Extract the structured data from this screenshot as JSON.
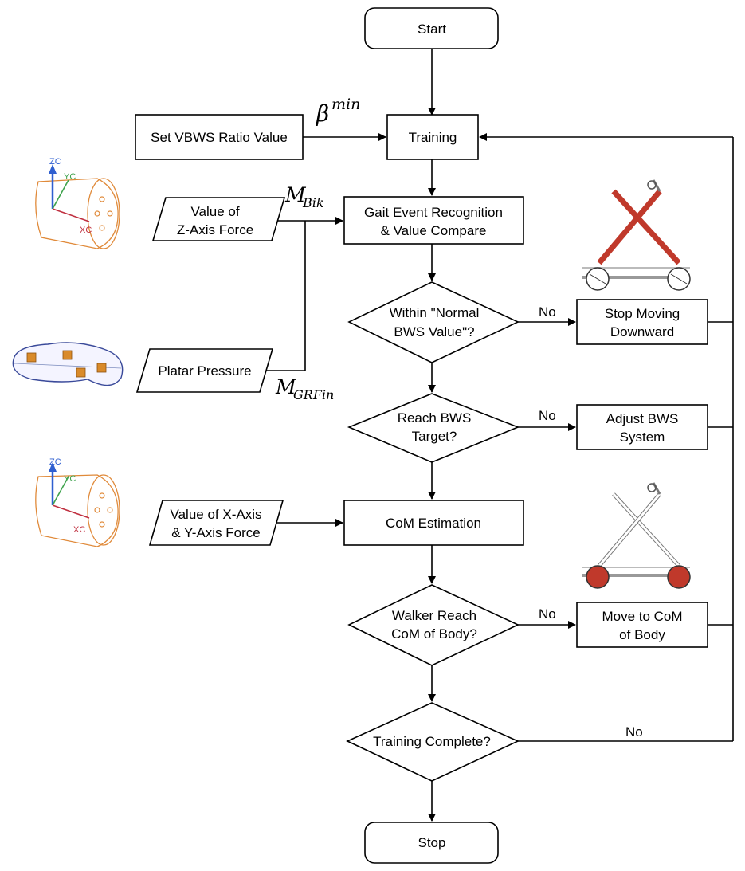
{
  "flowchart": {
    "start": "Start",
    "training": "Training",
    "gait_event": [
      "Gait Event Recognition",
      "& Value Compare"
    ],
    "within_normal": [
      "Within \"Normal",
      "BWS Value\"?"
    ],
    "reach_bws": [
      "Reach BWS",
      "Target?"
    ],
    "com_estimation": "CoM Estimation",
    "walker_reach": [
      "Walker Reach",
      "CoM of Body?"
    ],
    "training_complete": "Training Complete?",
    "stop": "Stop",
    "stop_moving": [
      "Stop Moving",
      "Downward"
    ],
    "adjust_bws": [
      "Adjust BWS",
      "System"
    ],
    "move_to_com": [
      "Move to CoM",
      "of Body"
    ]
  },
  "inputs": {
    "set_vbws": "Set VBWS Ratio Value",
    "z_axis": [
      "Value of",
      "Z-Axis Force"
    ],
    "plantar": "Platar Pressure",
    "xy_axis": [
      "Value of X-Axis",
      "& Y-Axis Force"
    ]
  },
  "symbols": {
    "beta": "β",
    "beta_sup": "min",
    "m_bik": "M",
    "m_bik_sub": "Bik",
    "m_grf": "M",
    "m_grf_sub": "GRFin"
  },
  "edge_labels": {
    "no_1": "No",
    "no_2": "No",
    "no_3": "No",
    "no_4": "No"
  },
  "axis_labels": {
    "zc": "ZC",
    "yc": "YC",
    "xc": "XC"
  },
  "colors": {
    "walker_red": "#c0392b",
    "sensor_orange": "#e08a3a",
    "axis_blue": "#2f5fd0",
    "axis_green": "#3fa34d",
    "axis_red": "#c03040"
  }
}
